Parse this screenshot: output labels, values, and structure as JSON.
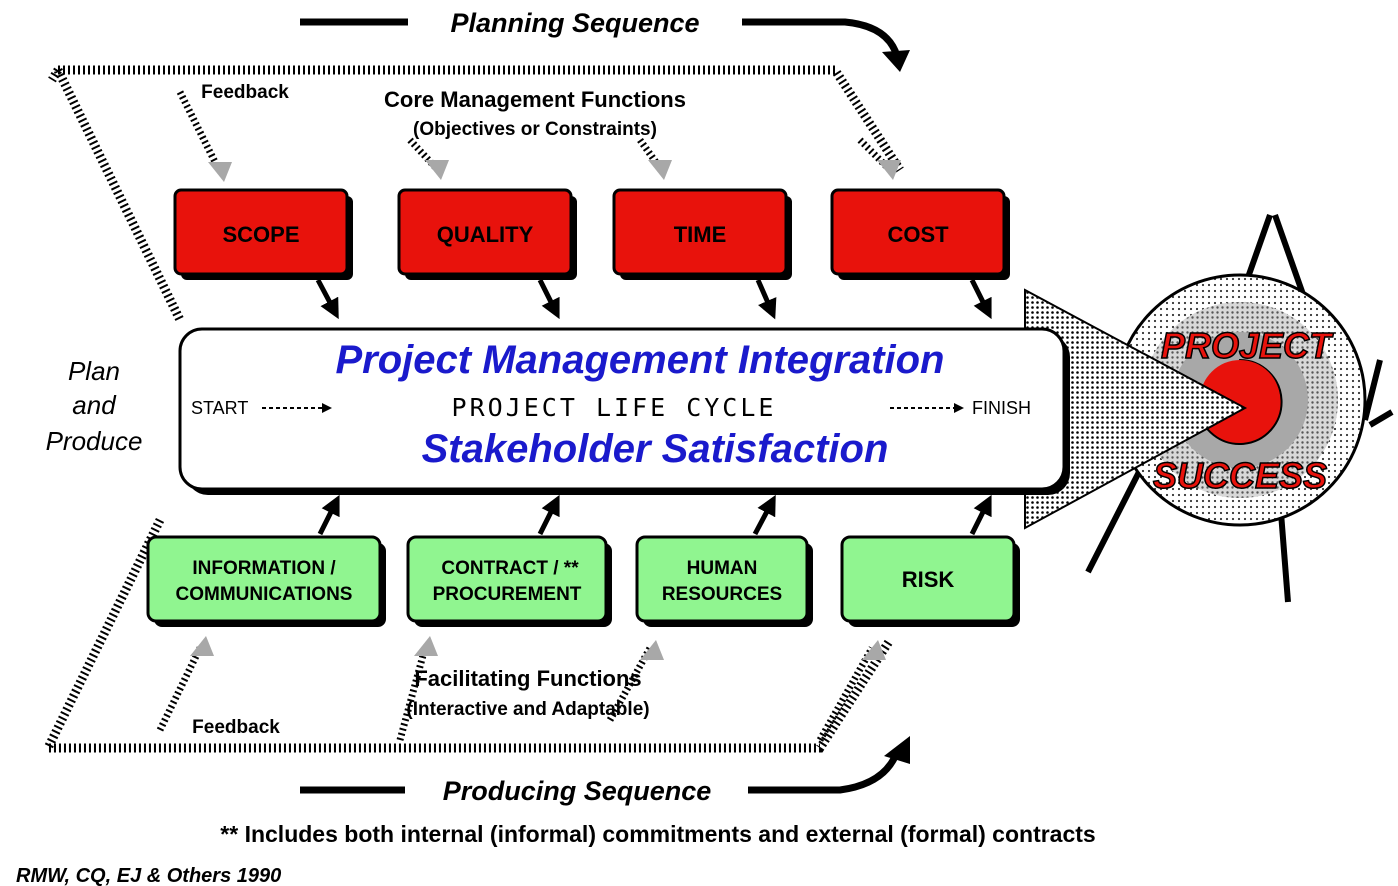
{
  "planning": {
    "title": "Planning Sequence"
  },
  "producing": {
    "title": "Producing Sequence"
  },
  "core": {
    "title": "Core Management Functions",
    "subtitle": "(Objectives or Constraints)",
    "feedback": "Feedback",
    "boxes": [
      "SCOPE",
      "QUALITY",
      "TIME",
      "COST"
    ],
    "color": "#e8120c"
  },
  "facilitating": {
    "title": "Facilitating Functions",
    "subtitle": "(Interactive and Adaptable)",
    "feedback": "Feedback",
    "boxes": [
      {
        "line1": "INFORMATION /",
        "line2": "COMMUNICATIONS"
      },
      {
        "line1": "CONTRACT / **",
        "line2": "PROCUREMENT"
      },
      {
        "line1": "HUMAN",
        "line2": "RESOURCES"
      },
      {
        "line1": "RISK",
        "line2": ""
      }
    ],
    "color": "#90f590"
  },
  "side": {
    "line1": "Plan",
    "line2": "and",
    "line3": "Produce"
  },
  "integration": {
    "title": "Project Management Integration",
    "start": "START",
    "lifecycle": "PROJECT  LIFE  CYCLE",
    "finish": "FINISH",
    "satisfaction": "Stakeholder Satisfaction",
    "title_color": "#1a1acc"
  },
  "target": {
    "word1": "PROJECT",
    "word2": "SUCCESS",
    "color": "#e8120c"
  },
  "footnote": "** Includes both internal (informal) commitments and external (formal) contracts",
  "credit": "RMW, CQ, EJ & Others 1990"
}
